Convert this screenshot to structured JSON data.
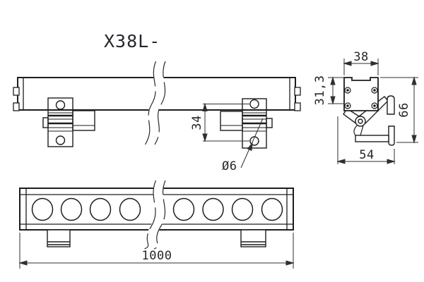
{
  "title": "X38L-",
  "colors": {
    "background": "#ffffff",
    "line": "#1d1d1f",
    "dimension": "#2f2f31"
  },
  "views": {
    "side": {
      "description": "side elevation of linear wall-washer with break lines and two hinged mounting brackets",
      "dim_bracket_hole_spacing": "34",
      "dim_bracket_hole_diameter": "Ø6"
    },
    "section": {
      "description": "end cross-section of extrusion profile with adjustable mounting bracket",
      "dim_profile_width": "38",
      "dim_profile_height": "31,3",
      "dim_overall_height": "66",
      "dim_bracket_depth": "54"
    },
    "front": {
      "description": "front elevation showing LED lenses, break lines and two mounting feet",
      "dim_overall_length": "1000",
      "led_count": 8
    }
  }
}
